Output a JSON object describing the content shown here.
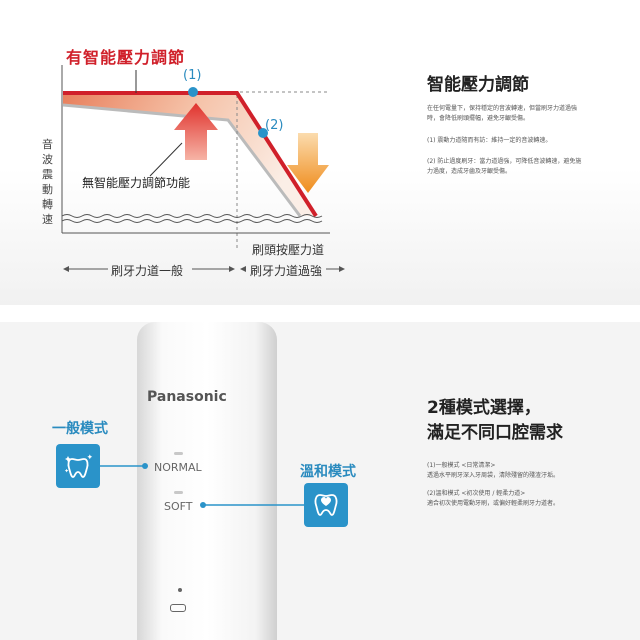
{
  "pressure_diagram": {
    "with_label": "有智能壓力調節",
    "point1_label": "(1)",
    "point2_label": "(2)",
    "without_label": "無智能壓力調節功能",
    "y_label_chars": [
      "音",
      "波",
      "震",
      "動",
      "轉",
      "速"
    ],
    "x_label_threshold": "刷頭按壓力道",
    "x_label_normal": "刷牙力道一般",
    "x_label_strong": "刷牙力道過強",
    "colors": {
      "with": "#d0202a",
      "without": "#bbbbbb",
      "up_arrow": "#e0322d",
      "down_arrow": "#ef8c1c",
      "marker": "#2a93c9"
    }
  },
  "pressure_info": {
    "title": "智能壓力調節",
    "intro": [
      "在任何電量下，保持穩定的音波轉速，但當刷牙力道過強",
      "時，會降低刷頭擺幅，避免牙齦受傷。"
    ],
    "item1": "(1) 震動力道隨而有訪：維持一定的音波轉速。",
    "item2": [
      "(2) 防止過度刷牙：當力道過強，可降低音波轉速，避免施",
      "力過度，造成牙齒及牙齦受傷。"
    ]
  },
  "product": {
    "brand": "Panasonic",
    "mode_normal": "NORMAL",
    "mode_soft": "SOFT"
  },
  "modes": {
    "normal_label": "一般模式",
    "gentle_label": "溫和模式",
    "normal_icon": "tooth-sparkle-icon",
    "gentle_icon": "tooth-heart-icon"
  },
  "mode_info": {
    "title_line1": "2種模式選擇，",
    "title_line2": "滿足不同口腔需求",
    "item1_title": "(1)一般模式 <日常清潔>",
    "item1_desc": "透過水平刷牙深入牙周袋，清除殘留的殘渣汙垢。",
    "item2_title": "(2)溫和模式 <初次使用 / 輕柔力道>",
    "item2_desc": "適合初次使用電動牙刷，或偏好輕柔刷牙力道者。"
  }
}
